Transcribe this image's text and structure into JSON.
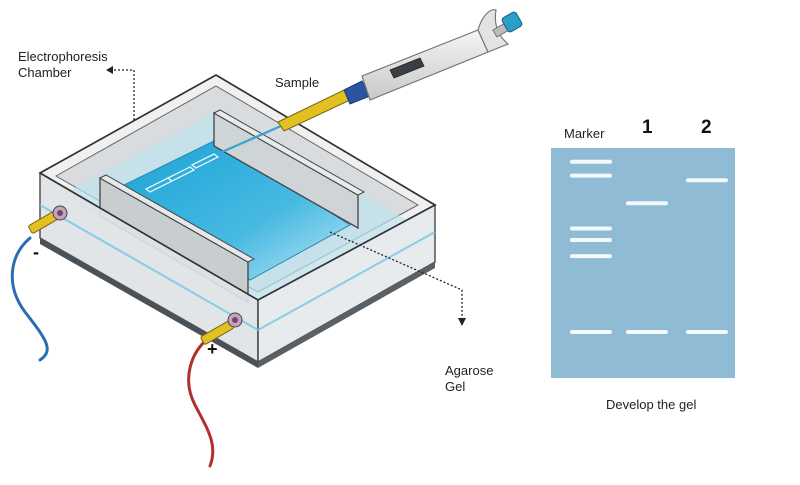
{
  "labels": {
    "chamber": "Electrophoresis\nChamber",
    "sample": "Sample",
    "agarose": "Agarose\nGel",
    "marker": "Marker",
    "lane1": "1",
    "lane2": "2",
    "negative": "-",
    "positive": "+",
    "develop": "Develop the gel"
  },
  "colors": {
    "gel_result": "#8fbcd4",
    "band": "#f2f8fb",
    "buffer": "#3aaed8",
    "negative_wire": "#2a6db2",
    "positive_wire": "#b0302a",
    "electrode": "#e2c022",
    "pipette_tip": "#e2c022",
    "pipette_collar": "#2b55a3",
    "pipette_cap": "#2aa0c8"
  },
  "gel_result": {
    "lanes": [
      {
        "name": "Marker",
        "bands": [
          0.94,
          0.88,
          0.65,
          0.6,
          0.53,
          0.2
        ]
      },
      {
        "name": "1",
        "bands": [
          0.76,
          0.2
        ]
      },
      {
        "name": "2",
        "bands": [
          0.86,
          0.2
        ]
      }
    ]
  }
}
